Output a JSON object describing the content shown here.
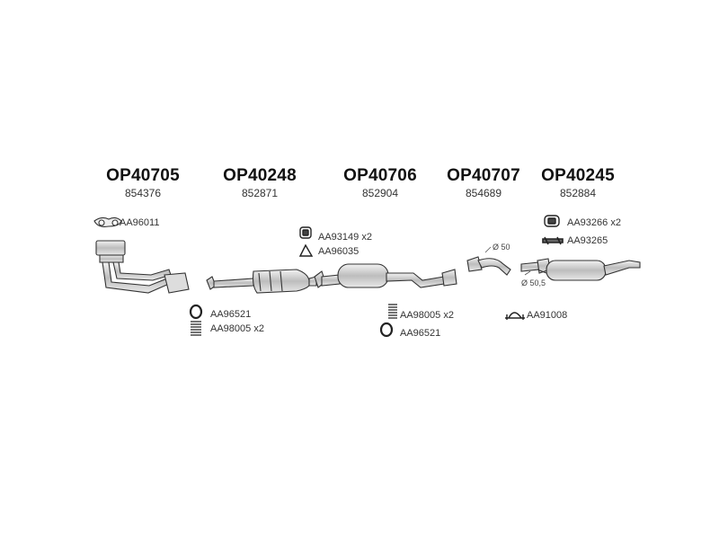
{
  "groups": [
    {
      "code": "OP40705",
      "ref": "854376"
    },
    {
      "code": "OP40248",
      "ref": "852871"
    },
    {
      "code": "OP40706",
      "ref": "852904"
    },
    {
      "code": "OP40707",
      "ref": "854689"
    },
    {
      "code": "OP40245",
      "ref": "852884"
    }
  ],
  "parts": {
    "gasket_front": "AA96011",
    "ring_a": "AA96521",
    "spring_a": "AA98005 x2",
    "rubber_mount_a": "AA93149 x2",
    "gasket_mid": "AA96035",
    "spring_b": "AA98005 x2",
    "ring_b": "AA96521",
    "rubber_mount_b": "AA93266 x2",
    "strap": "AA93265",
    "clamp": "AA91008"
  },
  "dimensions": {
    "d1": "Ø 50",
    "d2": "Ø 50,5"
  }
}
